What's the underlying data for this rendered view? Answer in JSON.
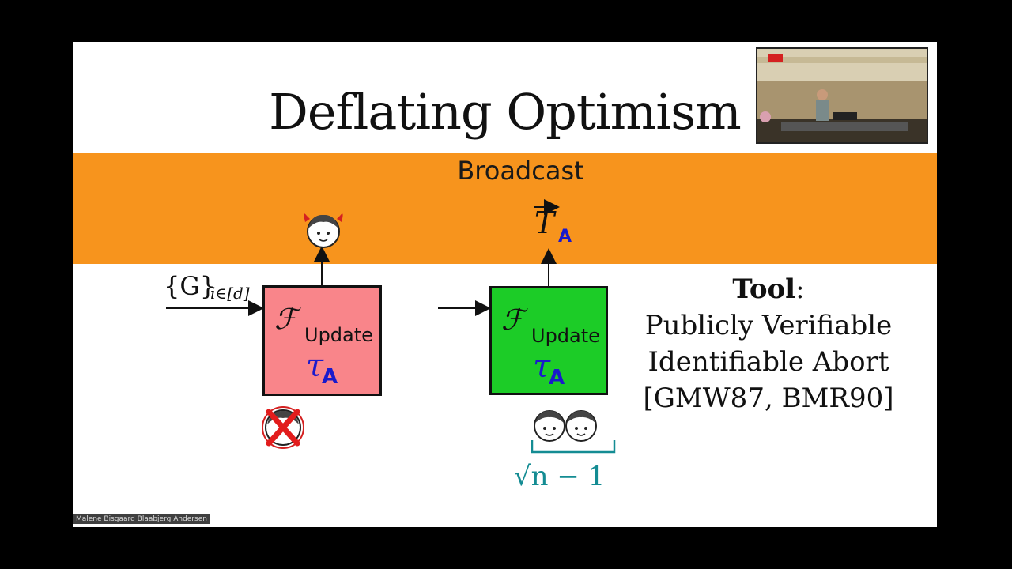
{
  "slide": {
    "title": "Deflating Optimism",
    "broadcast_label": "Broadcast",
    "left_block": {
      "input_label": "{G}",
      "input_subscript": "i∈[d]",
      "functionality_symbol": "ℱ",
      "functionality_label": "Update",
      "tau_symbol": "τ",
      "tau_subscript": "A"
    },
    "right_block": {
      "output_symbol": "T",
      "output_subscript": "A",
      "functionality_symbol": "ℱ",
      "functionality_label": "Update",
      "tau_symbol": "τ",
      "tau_subscript": "A",
      "group_label": "√n − 1"
    },
    "tool": {
      "heading": "Tool",
      "lines": [
        "Publicly Verifiable",
        "Identifiable Abort",
        "[GMW87, BMR90]"
      ]
    }
  },
  "video": {
    "speaker_name": "Malene Bisgaard Blaabjerg Andersen"
  },
  "colors": {
    "band": "#f7941d",
    "red_box": "#f9858a",
    "green_box": "#1ccc27",
    "subscript_blue": "#1a1acc",
    "bracket_teal": "#148c93"
  },
  "icons": [
    "devil-avatar-icon",
    "crossed-avatar-icon",
    "twin-avatars-icon",
    "webcam-feed"
  ]
}
